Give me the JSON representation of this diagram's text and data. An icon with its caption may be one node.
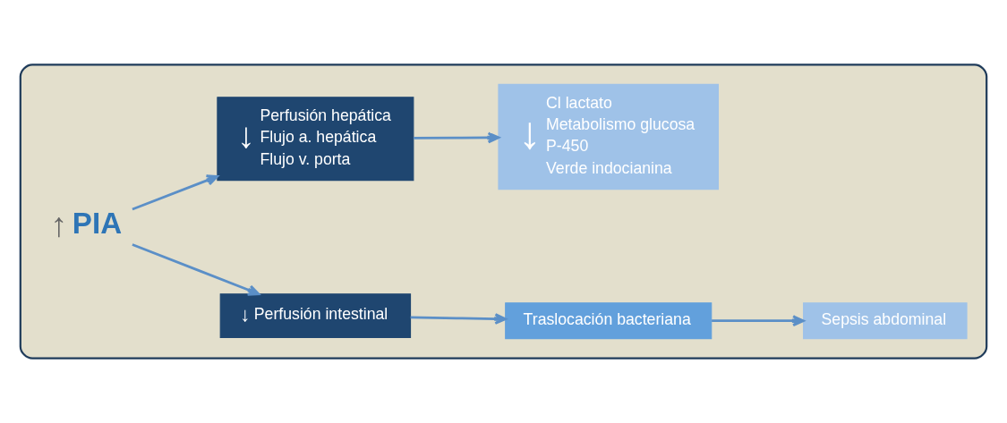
{
  "diagram": {
    "nodes": [
      {
        "text": [],
        "shape": "box"
      },
      {
        "text": [
          "↑",
          "PIA"
        ],
        "in": 0
      },
      {
        "text": [
          "↓",
          "Perfusión intestinal"
        ],
        "in": 0
      },
      {
        "text": [
          "Traslocación bacteriana"
        ],
        "in": 0
      },
      {
        "text": [
          "Sepsis abdominal"
        ],
        "in": 0
      },
      {
        "text": [
          "↓",
          "Perfusión hepática",
          "Flujo a. hepática",
          "Flujo v. porta"
        ],
        "in": 0
      },
      {
        "text": [
          "↓",
          "Cl lactato",
          "Metabolismo glucosa",
          "P-450",
          "Verde indocianina"
        ],
        "in": 0
      }
    ],
    "edges": [
      {
        "from": 1,
        "to": 2,
        "arrow": "to"
      },
      {
        "from": 2,
        "to": 3,
        "arrow": "to"
      },
      {
        "from": 3,
        "to": 4,
        "arrow": "to"
      },
      {
        "from": 1,
        "to": 5,
        "arrow": "to"
      },
      {
        "from": 5,
        "to": 6,
        "arrow": "to"
      }
    ]
  }
}
